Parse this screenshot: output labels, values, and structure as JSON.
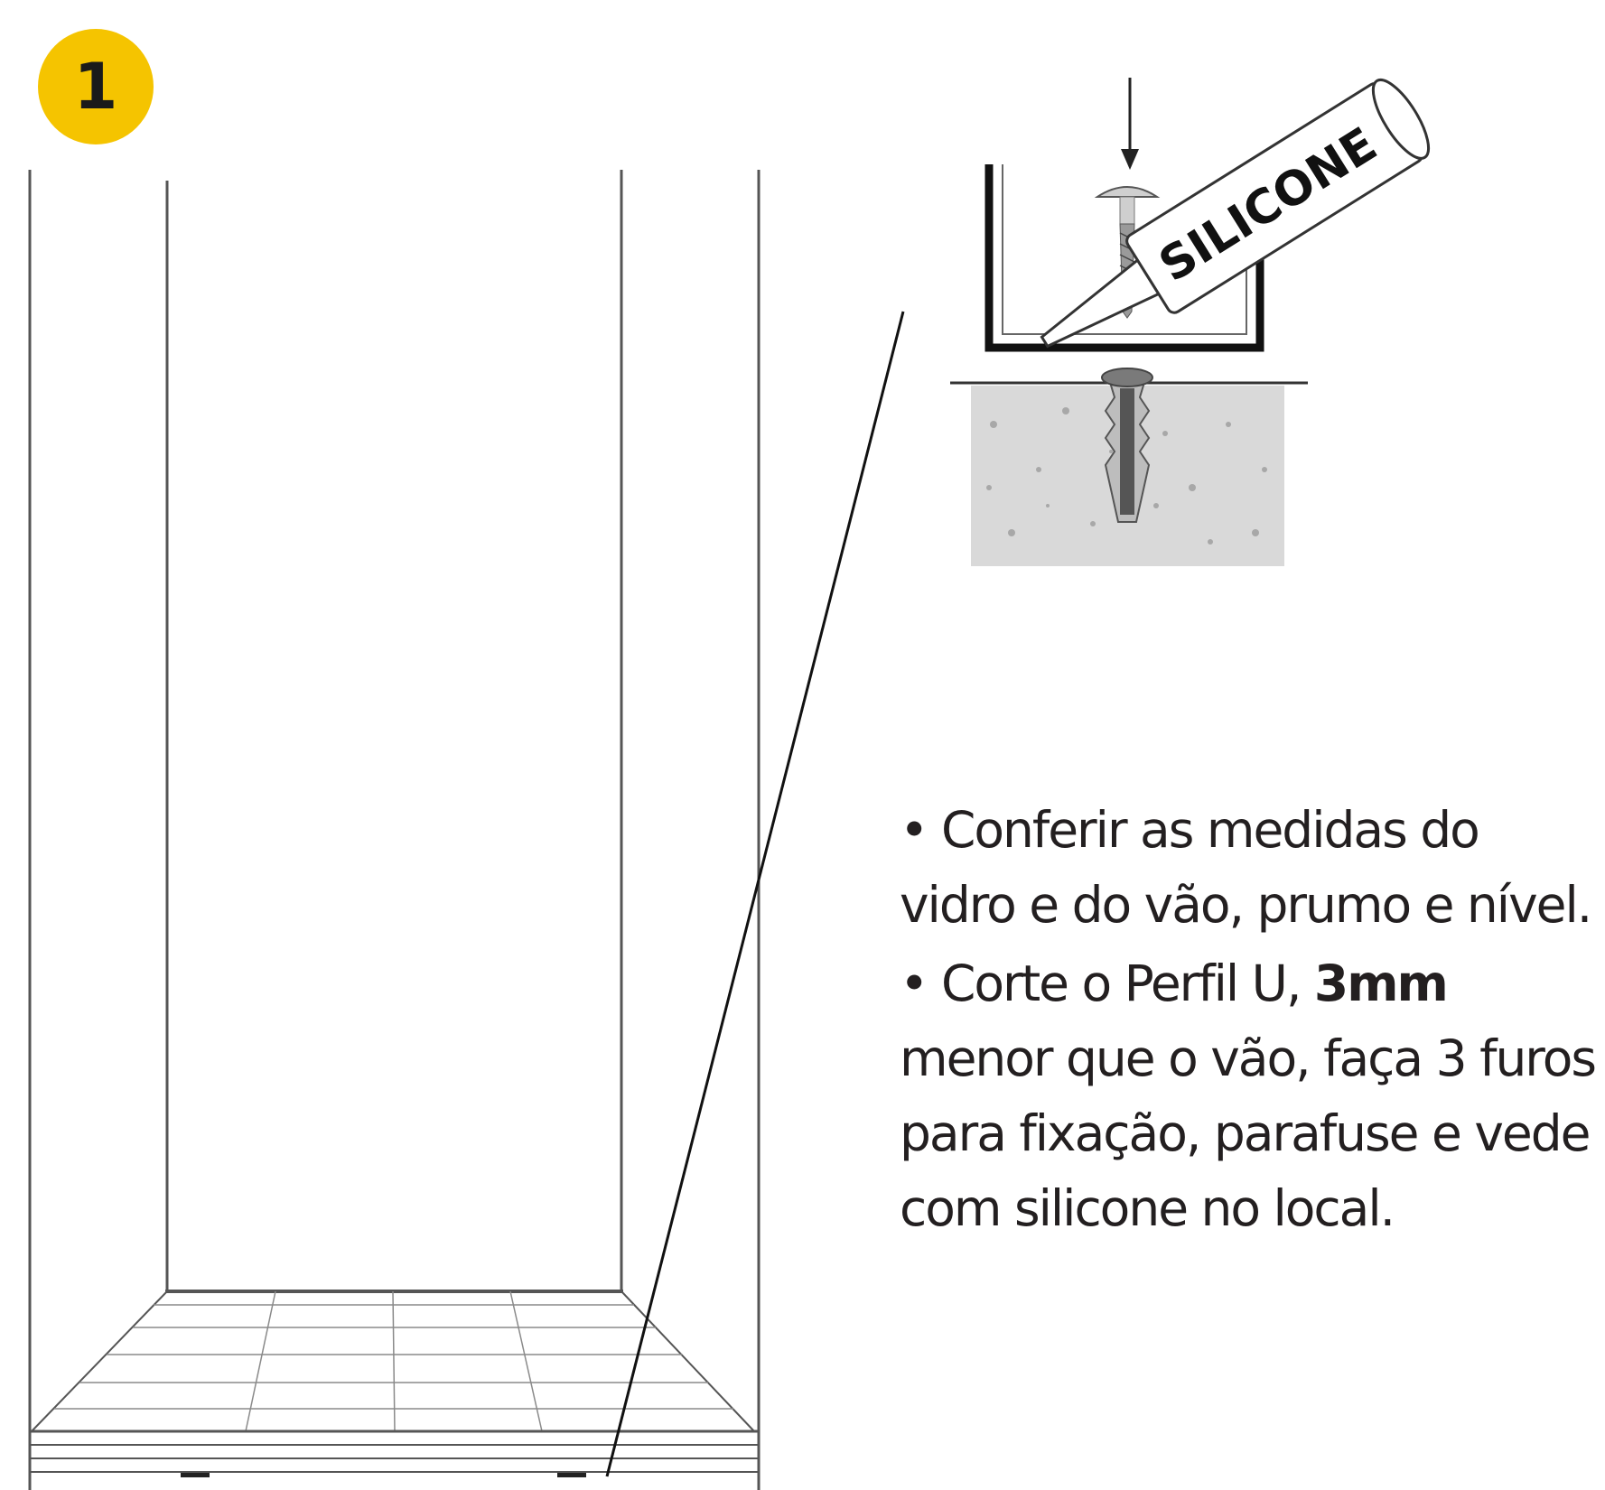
{
  "step": {
    "number": "1",
    "badge_color": "#f5c400"
  },
  "detail": {
    "tube_label": "SILICONE"
  },
  "instructions": [
    {
      "bullet": "•",
      "text": "Conferir as medidas do vidro e do vão, prumo e nível."
    },
    {
      "bullet": "•",
      "text_before": "Corte o Perfil U, ",
      "bold": "3mm",
      "text_after": " menor que o vão, faça 3 furos para fixação, parafuse e vede com silicone no local."
    }
  ],
  "colors": {
    "line": "#3a3a3a",
    "concrete": "#d9d9d9",
    "text": "#231f20"
  }
}
